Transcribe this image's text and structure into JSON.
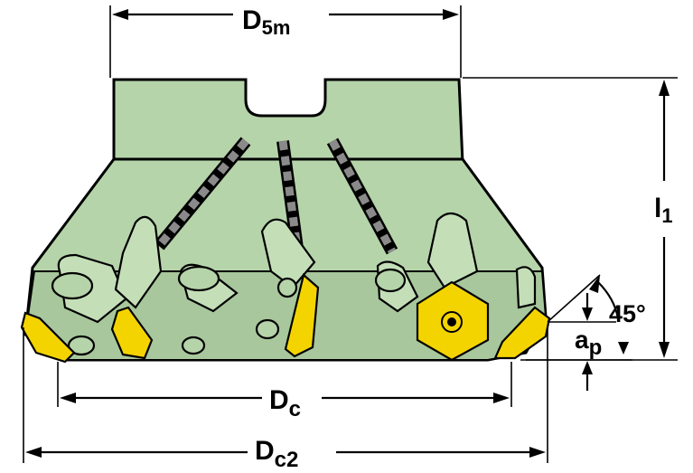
{
  "labels": {
    "d5m_main": "D",
    "d5m_sub": "5m",
    "l1_main": "l",
    "l1_sub": "1",
    "angle": "45°",
    "ap_main": "a",
    "ap_sub": "p",
    "dc_main": "D",
    "dc_sub": "c",
    "dc2_main": "D",
    "dc2_sub": "c2"
  },
  "colors": {
    "body": "#b6d4aa",
    "body_dark": "#98b78d",
    "stripe": "#8a8a8a",
    "insert": "#f4d400",
    "insert_edge": "#9b8200",
    "outline": "#000000"
  }
}
